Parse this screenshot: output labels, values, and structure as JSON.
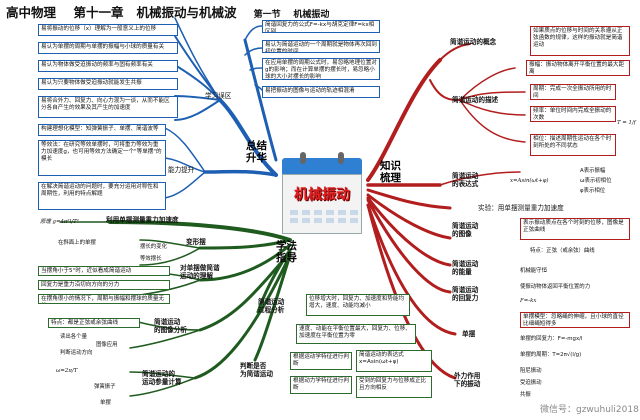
{
  "title": {
    "subject": "高中物理",
    "chapter": "第十一章",
    "topic": "机械振动与机械波",
    "section": "第一节",
    "section_title": "机械振动"
  },
  "center": {
    "label": "机械振动"
  },
  "branches": {
    "summary": {
      "label_line1": "总结",
      "label_line2": "升华"
    },
    "knowledge": {
      "label_line1": "知识",
      "label_line2": "梳理"
    },
    "methods": {
      "label_line1": "学法",
      "label_line2": "指导"
    }
  },
  "misconceptions": {
    "label": "学习误区",
    "items": [
      "易将振动的位移（x）理解为一般意义上的位移",
      "易认为单摆的周期与单摆的振幅与小球的质量有关",
      "易认为物体做受迫振动的频率与固有频率有关",
      "易认为只要物体做受迫振动就能发生共振",
      "易将合外力、回复力、向心力混为一谈，从而不能区分各自产生的效果及其产生的加速度"
    ]
  },
  "ability": {
    "label": "能力提升",
    "items": [
      "构建理想化模型：知弹簧振子、单摆、简谐波等",
      "等效法：在研究等效单摆时，可将重力等效为重力加速度g，也可用等效方法确定一个\"等单摆\"的模长",
      "在解决简谐运动的问题时，要充分运用对称性和周期性，利用的特点解题"
    ]
  },
  "summary_right": [
    "简谐回复力的公式F=-kx与胡克定律F=kx相区别",
    "易认为简谐运动的一个周期就是物体再次回到初位置的时间",
    "在应用单摆的周期公式时，易忽略地理位置对g的影响；而在计算单摆的摆长时，易忽略小球的大小对摆长的影响",
    "易把振动的图像与运动的轨迹相混淆"
  ],
  "knowledge": {
    "concept": {
      "label": "简谐运动的概念",
      "desc": "如果质点的位移与时间的关系遵从正弦函数的规律，这样的振动就是简谐运动"
    },
    "description": {
      "label": "简谐运动的描述",
      "items": [
        "振幅：振动物体离开平衡位置的最大距离",
        "周期：完成一次全振动所用的时间",
        "频率：单位时间内完成全振动的次数",
        "相位：描述周期性运动在各个时刻所处的不同状态"
      ],
      "formula": "T = 1/f"
    },
    "expression": {
      "label_line1": "简谐运动",
      "label_line2": "的表达式",
      "formula": "x=Asin(ωt+φ)",
      "notes": [
        "A表示振幅",
        "ω表示初相位",
        "φ表示相位"
      ]
    },
    "experiment": "实验：用单摆测量重力加速度",
    "graph": {
      "label_line1": "简谐运动",
      "label_line2": "的图像",
      "desc": "表示振动质点在各个时刻的位移，图像是正弦曲线",
      "feature": "特点：正弦（或余弦）曲线"
    },
    "energy": {
      "label_line1": "简谐运动",
      "label_line2": "的能量",
      "desc": "机械能守恒"
    },
    "restoring": {
      "label_line1": "简谐运动",
      "label_line2": "的回复力",
      "desc": "使振动物体返回平衡位置的力",
      "formula": "F=-kx"
    },
    "pendulum": {
      "label": "单摆",
      "items": [
        "单摆模型：忽略绳的伸缩，且小球的直径比细绳短得多",
        "单摆的回复力：F=-mgx/l",
        "单摆的周期：T=2π√(l/g)"
      ]
    },
    "forced": {
      "label_line1": "外力作用",
      "label_line2": "下的振动",
      "items": [
        "阻尼振动",
        "受迫振动",
        "共振"
      ]
    }
  },
  "methods": {
    "experiment": {
      "label": "利用单摆测量重力加速度",
      "formula": "原理 g=4π²l/T²"
    },
    "transform": {
      "label": "变形摆",
      "items": [
        "在斜面上的单摆",
        "摆长的变化",
        "等效摆长"
      ]
    },
    "understanding": {
      "label_line1": "对单摆做简谐",
      "label_line2": "运动的理解",
      "items": [
        "当摆角小于5°时，近似看成简谐运动",
        "回复力是重力沿切向方向的分力",
        "在摆角很小的情况下，周期与振幅和摆球的质量无关"
      ]
    },
    "process": {
      "label_line1": "简谐运动",
      "label_line2": "过程分析",
      "items": [
        "位移增大时，回复力、加速度和势能均增大，速度、动能均减小",
        "速度、动能在平衡位置最大，回复力、位移、加速度在平衡位置为零"
      ]
    },
    "graph_analysis": {
      "label_line1": "简谐运动",
      "label_line2": "的图像分析",
      "items": [
        "特点：都是正弦或余弦曲线",
        "读出各个量",
        "图像应用",
        "判断运动方向"
      ]
    },
    "judge": {
      "label_line1": "判断是否",
      "label_line2": "为简谐运动",
      "items": [
        "根据运动学特征进行判断",
        "根据动力学特征进行判断"
      ],
      "notes": [
        "简谐运动的表达式 x=Asin(ωt+φ)",
        "受到的回复力与位移成正比且方向相反"
      ]
    },
    "params": {
      "label_line1": "简谐运动的",
      "label_line2": "运动参量计算",
      "items": [
        "弹簧振子",
        "单摆"
      ],
      "formula": "ω=2π/T"
    }
  },
  "watermark": "微信号：gzwuhuli2018",
  "colors": {
    "red": "#b21d1d",
    "green": "#1f5a1f",
    "blue": "#1d5fb2",
    "center": "#e02020"
  }
}
